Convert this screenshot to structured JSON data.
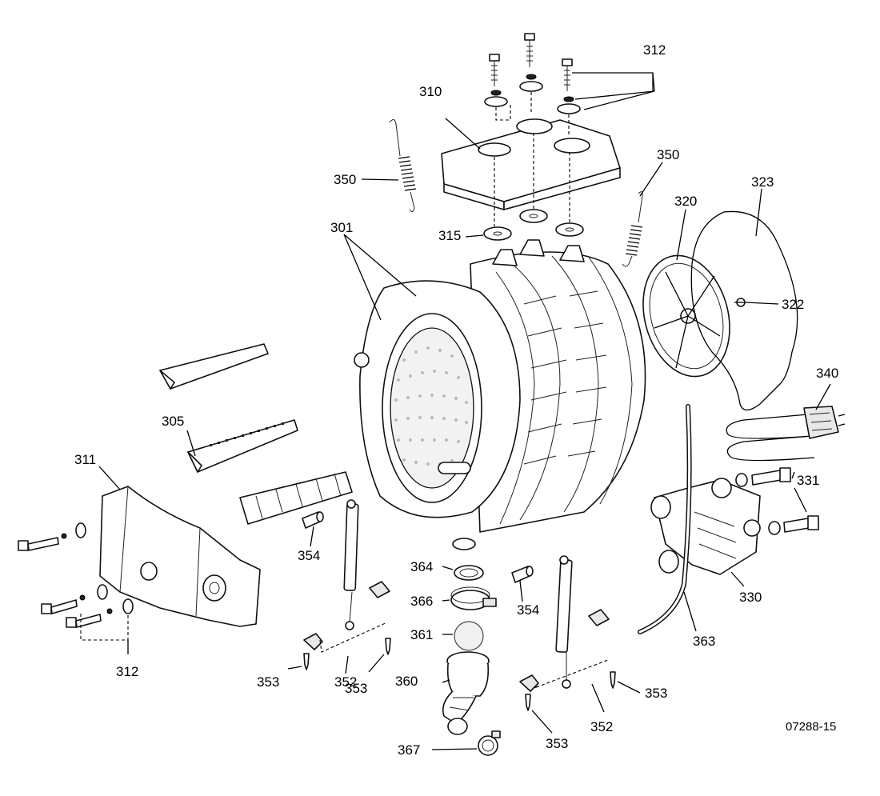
{
  "labels": {
    "l301": "301",
    "l305": "305",
    "l310": "310",
    "l311": "311",
    "l312a": "312",
    "l312b": "312",
    "l315": "315",
    "l320": "320",
    "l322": "322",
    "l323": "323",
    "l330": "330",
    "l331": "331",
    "l340": "340",
    "l350a": "350",
    "l350b": "350",
    "l352a": "352",
    "l352b": "352",
    "l353a": "353",
    "l353b": "353",
    "l353c": "353",
    "l353d": "353",
    "l354a": "354",
    "l354b": "354",
    "l360": "360",
    "l361": "361",
    "l363": "363",
    "l364": "364",
    "l366": "366",
    "l367": "367"
  },
  "reference": "07288-15"
}
